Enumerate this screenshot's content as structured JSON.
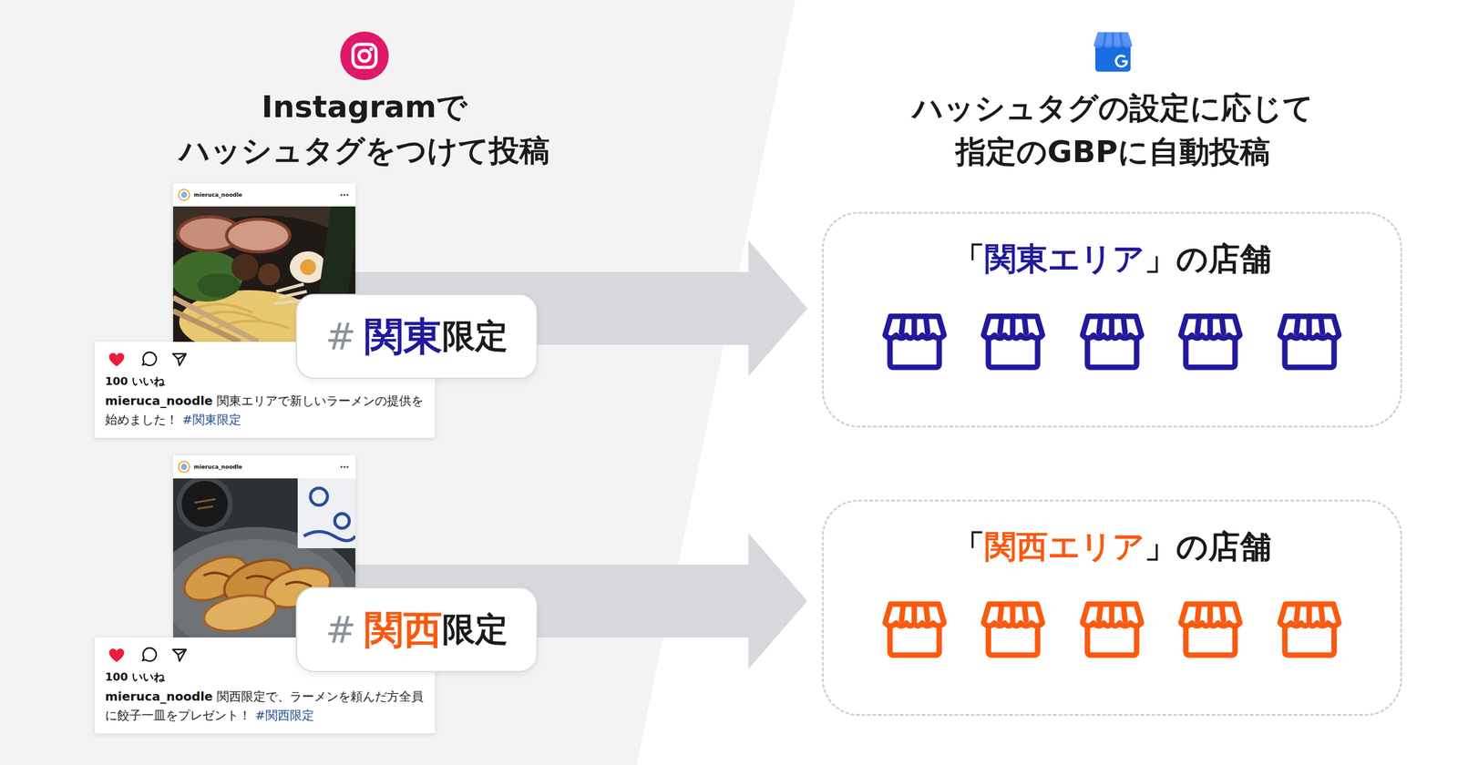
{
  "diagram": {
    "nodes": [
      {
        "text": [
          "mieruca_noodle",
          "100 いいね",
          "mieruca_noodle",
          "関東エリアで新しいラーメンの提供を始めました！",
          "#関東限定"
        ]
      },
      {
        "text": [
          "#",
          "関東",
          "限定"
        ]
      },
      {
        "text": [
          "mieruca_noodle",
          "100 いいね",
          "mieruca_noodle",
          "関西限定で、ラーメンを頼んだ方全員に餃子一皿をプレゼント！",
          "#関西限定"
        ]
      },
      {
        "text": [
          "#",
          "関西",
          "限定"
        ]
      },
      {
        "text": [
          "「",
          "関東エリア",
          "」の店舗"
        ]
      },
      {
        "text": [
          "「",
          "関西エリア",
          "」の店舗"
        ]
      }
    ],
    "edges": [
      {
        "from": 1,
        "to": 4,
        "arrow": "to"
      },
      {
        "from": 3,
        "to": 5,
        "arrow": "to"
      }
    ],
    "labels": [
      "Instagramで ハッシュタグをつけて投稿",
      "ハッシュタグの設定に応じて 指定のGBPに自動投稿"
    ]
  }
}
